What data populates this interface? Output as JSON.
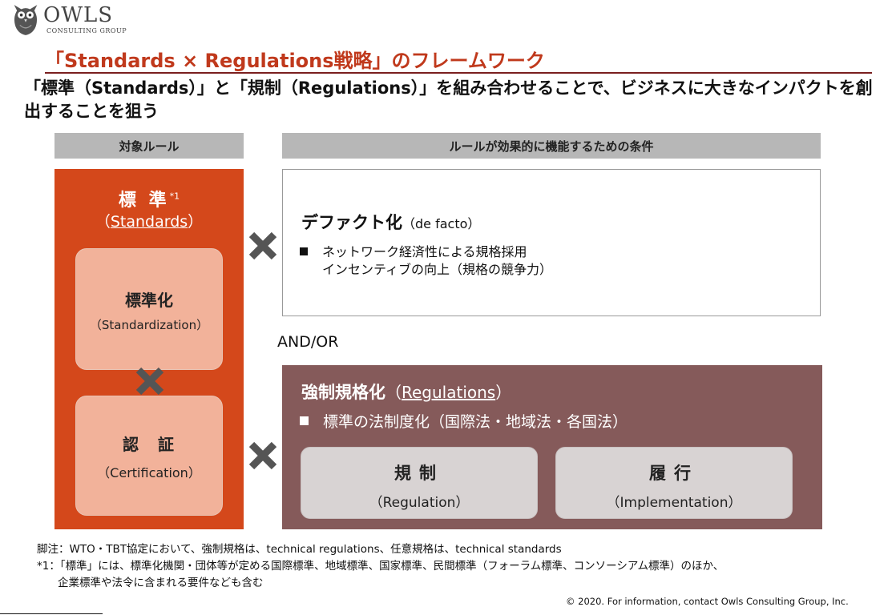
{
  "logo": {
    "name": "OWLS",
    "subtitle": "CONSULTING GROUP",
    "icon": "owl-icon"
  },
  "title": "「Standards × Regulations戦略」のフレームワーク",
  "lead": "「標準（Standards）」と「規制（Regulations）」を組み合わせることで、ビジネスに大きなインパクトを創出することを狙う",
  "headers": {
    "left": "対象ルール",
    "right": "ルールが効果的に機能するための条件"
  },
  "standards": {
    "title": "標 準",
    "note_mark": "*1",
    "subtitle_open": "（",
    "subtitle": "Standards",
    "subtitle_close": "）",
    "standardization": {
      "main": "標準化",
      "sub": "（Standardization）"
    },
    "certification": {
      "main": "認　証",
      "sub": "（Certification）"
    }
  },
  "defacto": {
    "title": "デファクト化",
    "title_sub": "（de facto）",
    "bullet_line1": "ネットワーク経済性による規格採用",
    "bullet_line2": "インセンティブの向上（規格の競争力）"
  },
  "andor": "AND/OR",
  "regulations": {
    "title": "強制規格化",
    "title_sub_open": "（",
    "title_sub": "Regulations",
    "title_sub_close": "）",
    "bullet": "標準の法制度化（国際法・地域法・各国法）",
    "regulation": {
      "main": "規制",
      "sub": "（Regulation）"
    },
    "implementation": {
      "main": "履行",
      "sub": "（Implementation）"
    }
  },
  "footnotes": {
    "line1": "脚注：WTO・TBT協定において、強制規格は、technical regulations、任意規格は、technical standards",
    "line2": "*1：「標準」には、標準化機関・団体等が定める国際標準、地域標準、国家標準、民間標準（フォーラム標準、コンソーシアム標準）のほか、",
    "line3": "企業標準や法令に含まれる要件なども含む"
  },
  "copyright": "© 2020. For information, contact Owls Consulting Group, Inc.",
  "colors": {
    "title": "#c0391c",
    "standards_panel": "#d4481b",
    "pink_box": "#f2b29a",
    "regulations_panel": "#855a5a",
    "gray_box": "#d8d3d3",
    "x_mark": "#555555"
  }
}
